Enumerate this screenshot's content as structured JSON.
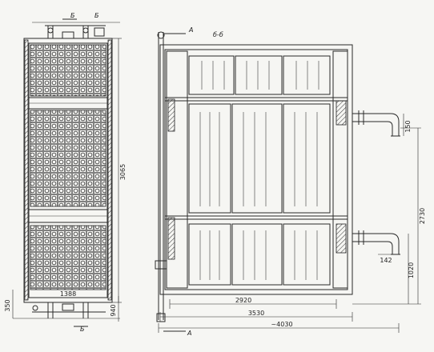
{
  "labels": {
    "section_title": "б-б",
    "cut_a_top": "А",
    "cut_a_bottom": "А",
    "cut_b_top_left": "Б",
    "cut_b_top_right": "Б",
    "cut_b_bottom": "Б"
  },
  "dimensions": {
    "front_height": "3065",
    "front_bottom_offset": "350",
    "front_width_top": "1388",
    "front_bottom_right": "940",
    "side_width_inner": "2920",
    "side_width_mid": "3530",
    "side_width_total": "~4030",
    "side_height": "2730",
    "side_lower_height": "1020",
    "pipe_top": "150",
    "pipe_bottom": "142"
  }
}
